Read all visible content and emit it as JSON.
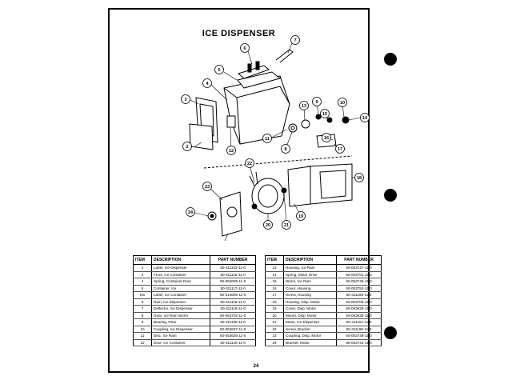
{
  "title": "ICE DISPENSER",
  "page_number": "24",
  "table_headers": {
    "item": "ITEM",
    "description": "DESCRIPTION",
    "part_number": "PART NUMBER"
  },
  "parts_left": [
    {
      "item": "2",
      "description": "Label, Ice Dispenser",
      "part_number": "50-311103-11-0"
    },
    {
      "item": "3",
      "description": "Front, Ice Container",
      "part_number": "50-311115-11-0"
    },
    {
      "item": "4",
      "description": "Spring, Container Door",
      "part_number": "50-053609-11-0"
    },
    {
      "item": "5",
      "description": "Container, Ice",
      "part_number": "50-311117-11-0"
    },
    {
      "item": "NS",
      "description": "Label, Ice Container",
      "part_number": "50-313606-11-0"
    },
    {
      "item": "6",
      "description": "Ram, Ice Dispenser",
      "part_number": "50-311118-11-0"
    },
    {
      "item": "7",
      "description": "Deflector, Ice Dispenser",
      "part_number": "50-311119-11-0"
    },
    {
      "item": "8",
      "description": "Gear, Ice Ram Worm",
      "part_number": "50-053702-11-0"
    },
    {
      "item": "9",
      "description": "Bearing, Rear",
      "part_number": "50-311199-11-0"
    },
    {
      "item": "10",
      "description": "Coupling, Ice Dispenser",
      "part_number": "50-053637-11-0"
    },
    {
      "item": "11",
      "description": "Disc, Ice Ram",
      "part_number": "50-053626-11-0"
    },
    {
      "item": "12",
      "description": "Door, Ice Container",
      "part_number": "50-311120-11-0"
    }
  ],
  "parts_right": [
    {
      "item": "13",
      "description": "Housing, Ice Ram",
      "part_number": "50-053747-11-0"
    },
    {
      "item": "14",
      "description": "Spring, Motor Drive",
      "part_number": "50-053701-11-0"
    },
    {
      "item": "15",
      "description": "Worm, Ice Ram",
      "part_number": "50-053745-11-0"
    },
    {
      "item": "16",
      "description": "Cover, Housing",
      "part_number": "50-053752-11-0"
    },
    {
      "item": "17",
      "description": "Screw, Housing",
      "part_number": "50-311198-11-0"
    },
    {
      "item": "18",
      "description": "Housing, Disp. Motor",
      "part_number": "50-053706-11-0"
    },
    {
      "item": "19",
      "description": "Cover, Disp. Motor",
      "part_number": "50-053629-11-0"
    },
    {
      "item": "20",
      "description": "Mount, Disp. Motor",
      "part_number": "50-053630-11-0"
    },
    {
      "item": "21",
      "description": "Motor, Ice Dispenser",
      "part_number": "50-311101-11-0"
    },
    {
      "item": "22",
      "description": "Screw, Bracket",
      "part_number": "50-311196-11-0"
    },
    {
      "item": "23",
      "description": "Coupling, Disp. Motor",
      "part_number": "50-053748-11-0"
    },
    {
      "item": "24",
      "description": "Bracket, Motor",
      "part_number": "50-053744-11-0"
    }
  ],
  "callouts": [
    "2",
    "3",
    "4",
    "5",
    "6",
    "7",
    "8",
    "9",
    "10",
    "11",
    "12",
    "13",
    "14",
    "15",
    "16",
    "17",
    "18",
    "19",
    "20",
    "21",
    "22",
    "23",
    "24"
  ]
}
